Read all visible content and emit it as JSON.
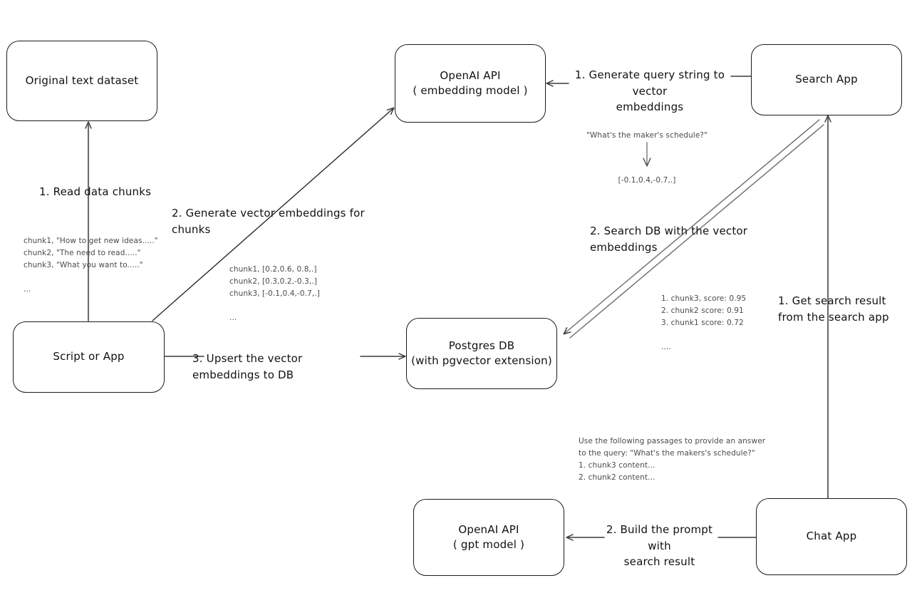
{
  "diagram": {
    "title": "Vector embedding search and chat architecture",
    "background": "#ffffff",
    "stroke_color": "#1b1b1b",
    "text_color": "#111111",
    "note_color": "#4a4a4a"
  },
  "nodes": {
    "original_dataset": {
      "label": "Original text dataset"
    },
    "openai_embedding": {
      "label": "OpenAI API\n( embedding model )"
    },
    "search_app": {
      "label": "Search App"
    },
    "script_or_app": {
      "label": "Script or App"
    },
    "postgres_db": {
      "label": "Postgres DB\n(with pgvector extension)"
    },
    "openai_gpt": {
      "label": "OpenAI API\n( gpt model )"
    },
    "chat_app": {
      "label": "Chat App"
    }
  },
  "edge_labels": {
    "read_data_chunks": "1. Read data chunks",
    "generate_vector_embeddings": "2. Generate vector embeddings for chunks",
    "upsert_to_db": "3. Upsert the vector embeddings  to DB",
    "generate_query_string": "1. Generate query string to vector\nembeddings",
    "search_db": "2. Search DB with the vector embeddings",
    "get_search_result": "1. Get search result\nfrom the search app",
    "build_prompt": "2. Build the prompt with\nsearch result"
  },
  "notes": {
    "chunks_raw": "chunk1, \"How to get new ideas.....\"\nchunk2, \"The need to read.....\"\nchunk3, \"What you want to.....\"\n\n...",
    "chunks_vectors": "chunk1, [0.2,0.6, 0.8,.]\nchunk2, [0.3,0.2,-0.3,.]\nchunk3, [-0.1,0.4,-0.7,.]\n\n...",
    "query_string": "\"What's the maker's schedule?\"",
    "query_vector": "[-0.1,0.4,-0.7,.]",
    "search_results": "1. chunk3, score: 0.95\n2. chunk2 score: 0.91\n3. chunk1 score: 0.72\n\n....",
    "prompt_text": "Use the following passages to provide an answer\nto the query: \"What's the makers's schedule?\"\n1. chunk3 content...\n2. chunk2 content..."
  }
}
